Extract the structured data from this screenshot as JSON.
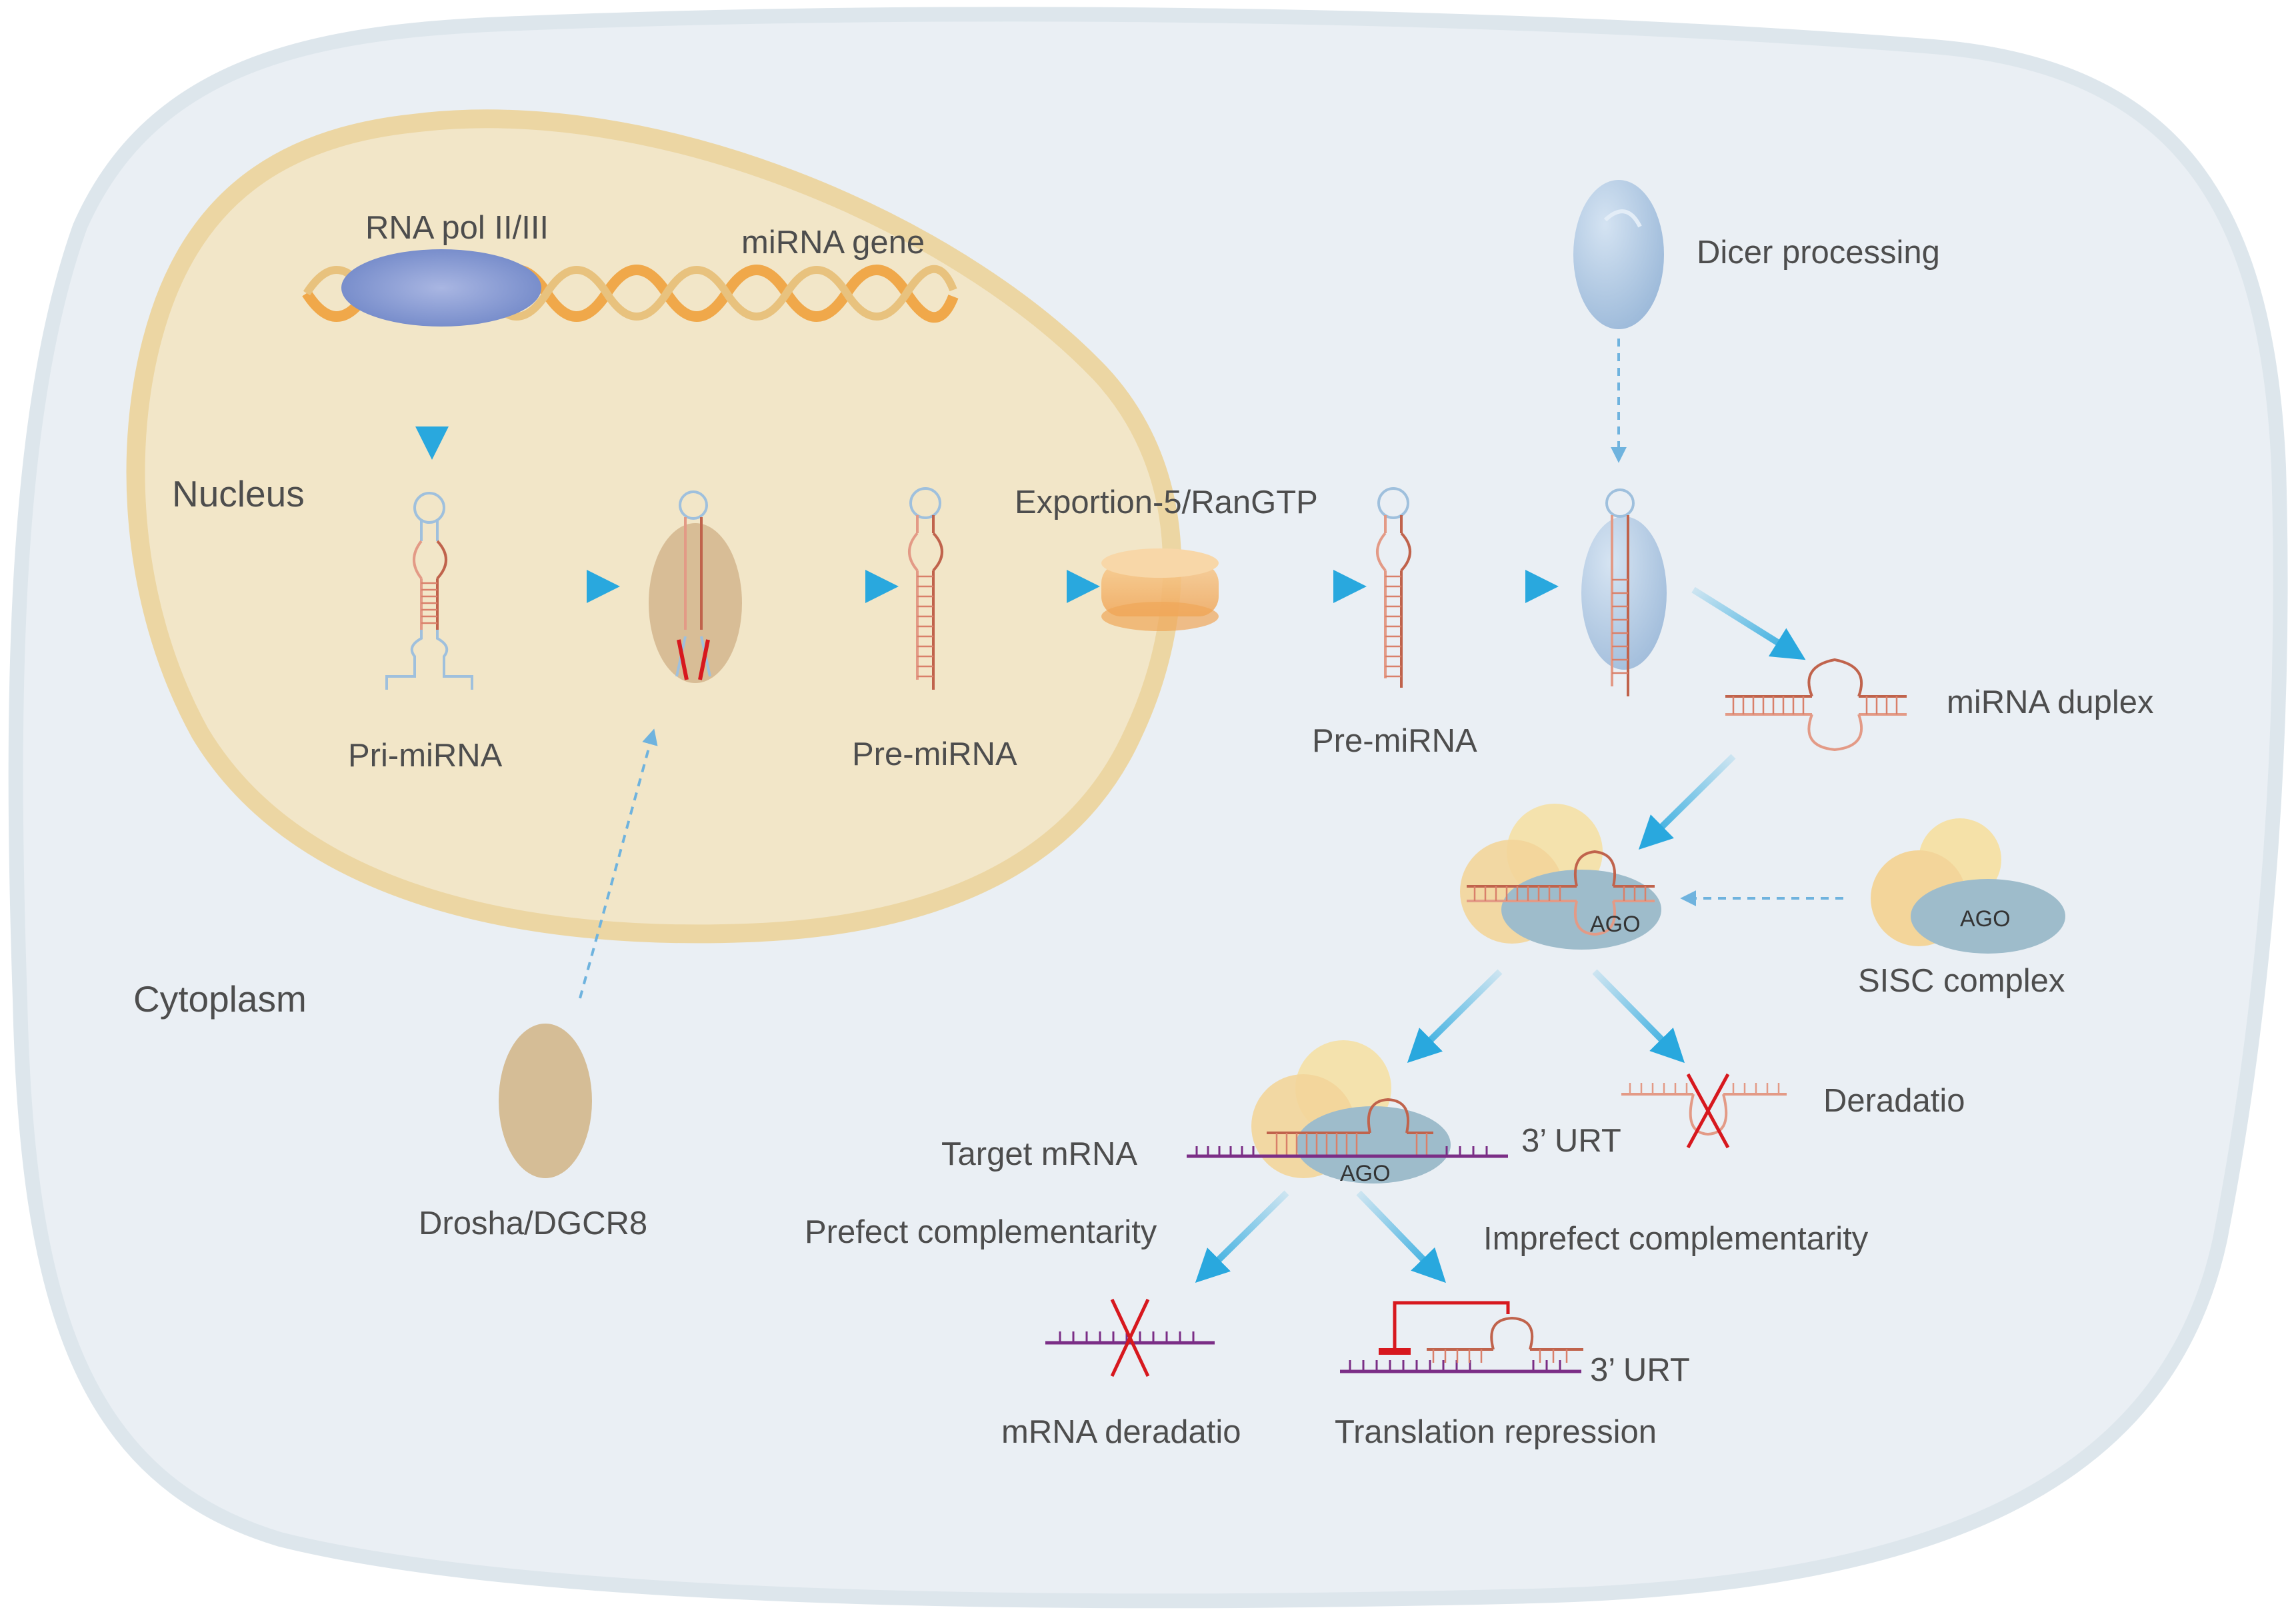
{
  "labels": {
    "rna_pol": "RNA pol II/III",
    "mirna_gene": "miRNA gene",
    "nucleus": "Nucleus",
    "pri_mirna": "Pri-miRNA",
    "pre_mirna_nuclear": "Pre-miRNA",
    "exportin": "Exportion-5/RanGTP",
    "pre_mirna_cyto": "Pre-miRNA",
    "dicer": "Dicer processing",
    "mirna_duplex": "miRNA duplex",
    "cytoplasm": "Cytoplasm",
    "drosha": "Drosha/DGCR8",
    "ago_risc": "AGO",
    "ago_sisc": "AGO",
    "sisc": "SISC complex",
    "degradation_passenger": "Deradatio",
    "target_mrna": "Target mRNA",
    "three_urt_1": "3’ URT",
    "ago_target": "AGO",
    "perfect": "Prefect complementarity",
    "imperfect": "Imprefect complementarity",
    "mrna_degradation": "mRNA deradatio",
    "translation_repression": "Translation repression",
    "three_urt_2": "3’ URT"
  },
  "colors": {
    "cell_fill": "#eaeff4",
    "cell_border": "#dde6ec",
    "nucleus_fill": "#f2e6c8",
    "nucleus_border": "#ecd6a3",
    "arrow": "#29a8de",
    "rna_red": "#c0634c",
    "rna_light": "#e39a86",
    "rna_blue": "#9fc0dd",
    "mrna_purple": "#7b2e86",
    "cut_red": "#d7181e",
    "ago": "#9ebccb",
    "drosha": "#d5bd96",
    "dicer": "#a9c5e0"
  }
}
